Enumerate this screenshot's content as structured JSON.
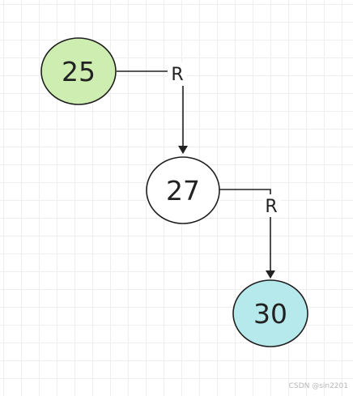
{
  "nodes": {
    "n25": {
      "label": "25",
      "fill": "#cdeeb0",
      "stroke": "#1f1f1f"
    },
    "n27": {
      "label": "27",
      "fill": "#ffffff",
      "stroke": "#1f1f1f"
    },
    "n30": {
      "label": "30",
      "fill": "#b6e9ec",
      "stroke": "#1f1f1f"
    }
  },
  "edges": {
    "e25_27": {
      "from": "25",
      "to": "27",
      "label": "R"
    },
    "e27_30": {
      "from": "27",
      "to": "30",
      "label": "R"
    }
  },
  "watermark": "CSDN @sin2201"
}
